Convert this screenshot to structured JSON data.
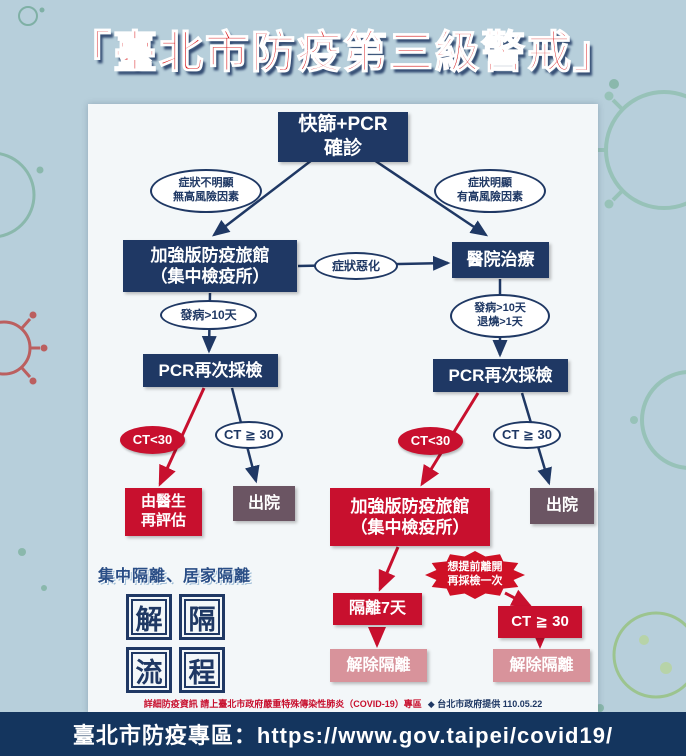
{
  "title": "「臺北市防疫第三級警戒」",
  "flow": {
    "start": "快篩+PCR\n確診",
    "cond_left": "症狀不明顯\n無高風險因素",
    "cond_right": "症狀明顯\n有高風險因素",
    "hotel_left": "加強版防疫旅館\n（集中檢疫所）",
    "worsen": "症狀惡化",
    "hospital": "醫院治療",
    "onset_left": "發病>10天",
    "onset_right": "發病>10天\n退燒>1天",
    "pcr_left": "PCR再次採檢",
    "pcr_right": "PCR再次採檢",
    "ct_low_left": "CT<30",
    "ct_high_left": "CT ≧ 30",
    "doctor": "由醫生\n再評估",
    "discharge_left": "出院",
    "ct_low_right": "CT<30",
    "ct_high_right": "CT ≧ 30",
    "hotel_right": "加強版防疫旅館\n（集中檢疫所）",
    "discharge_right": "出院",
    "early_retest": "想提前離開\n再採檢一次",
    "isolate_7": "隔離7天",
    "ct_high_bottom": "CT ≧ 30",
    "release_left": "解除隔離",
    "release_right": "解除隔離"
  },
  "section": {
    "label": "集中隔離、居家隔離",
    "tiles": [
      "解",
      "隔",
      "流",
      "程"
    ]
  },
  "note": {
    "red": "詳細防疫資訊 請上臺北市政府嚴重特殊傳染性肺炎（COVID-19）專區",
    "blue": "◆ 台北市政府提供 110.05.22"
  },
  "footer": "臺北市防疫專區：https://www.gov.taipei/covid19/",
  "colors": {
    "navy": "#1f3864",
    "red": "#c8102e",
    "mauve": "#6b5563",
    "pink": "#d8939b",
    "background": "#b7cfdb",
    "footer_bar": "#14355e",
    "title_red": "#d60f12"
  }
}
